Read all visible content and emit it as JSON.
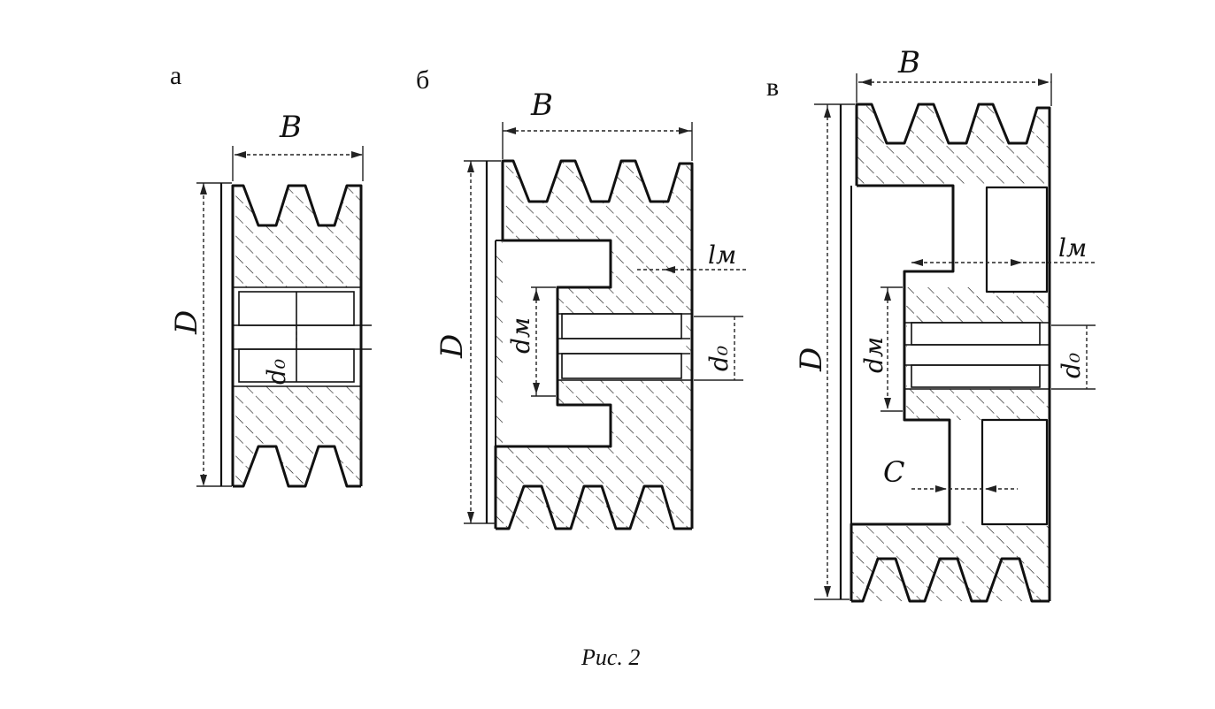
{
  "panels": {
    "a": {
      "letter": "а",
      "width_label": "B",
      "diameter_label": "D",
      "bore_label": "d₀"
    },
    "b": {
      "letter": "б",
      "width_label": "B",
      "diameter_label": "D",
      "hub_label": "dм",
      "bore_label": "d₀",
      "hub_length_label": "lм"
    },
    "v": {
      "letter": "в",
      "width_label": "B",
      "diameter_label": "D",
      "hub_label": "dм",
      "bore_label": "d₀",
      "hub_length_label": "lм",
      "clearance_label": "C"
    }
  },
  "caption": "Рис. 2"
}
